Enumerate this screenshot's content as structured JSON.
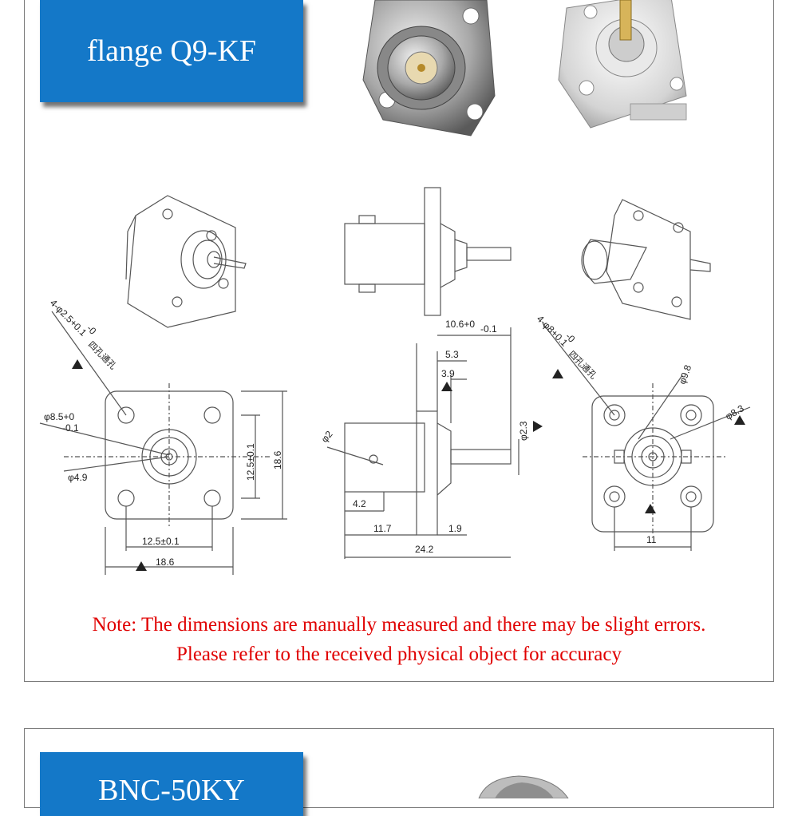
{
  "section1": {
    "title": "flange Q9-KF",
    "note_line1": "Note: The dimensions are manually measured and there may be slight errors.",
    "note_line2": "Please refer to the received physical object for accuracy"
  },
  "section2": {
    "title": "BNC-50KY"
  },
  "drawing": {
    "front": {
      "hole_spec": "4-φ2.5+0.1",
      "hole_spec_tol": "-0",
      "hole_note": "四孔通孔",
      "d_outer": "φ8.5+0",
      "d_outer_tol": "-0.1",
      "d_inner": "φ4.9",
      "pitch_v": "12.5±0.1",
      "size_v": "18.6",
      "pitch_h": "12.5±0.1",
      "size_h": "18.6"
    },
    "side": {
      "dim_top": "10.6+0",
      "dim_top_tol": "-0.1",
      "dim_53": "5.3",
      "dim_39": "3.9",
      "dim_phi2": "φ2",
      "dim_phi23": "φ2.3",
      "dim_42": "4.2",
      "dim_117": "11.7",
      "dim_19": "1.9",
      "dim_242": "24.2"
    },
    "rear": {
      "hole_spec": "4-φ8+0.1",
      "hole_spec_tol": "-0",
      "hole_note": "四孔通孔",
      "d_98": "φ9.8",
      "d_83": "φ8.3",
      "dim_11": "11"
    }
  }
}
